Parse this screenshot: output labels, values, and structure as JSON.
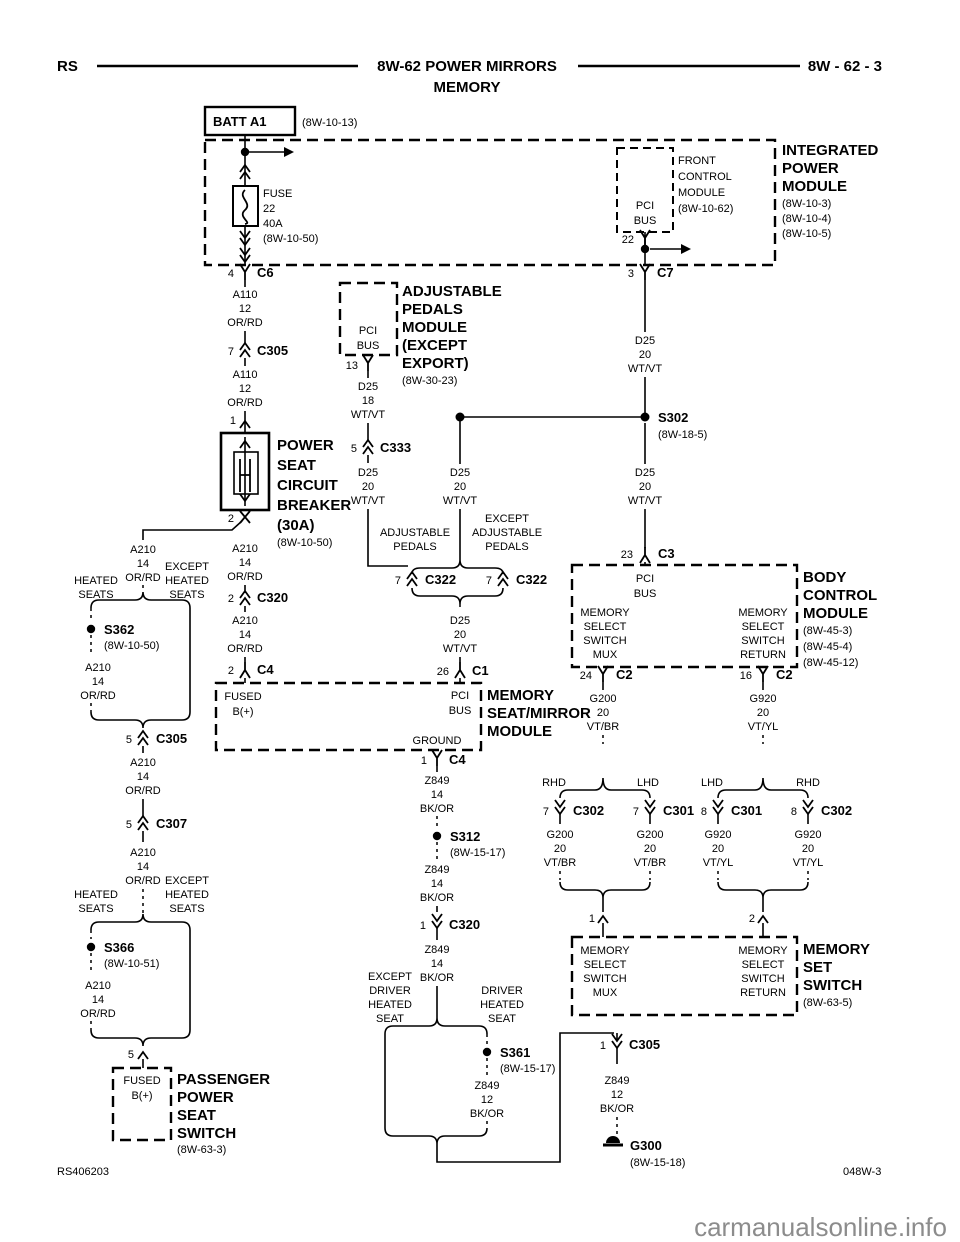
{
  "header": {
    "platform": "RS",
    "title": "8W-62 POWER MIRRORS",
    "subtitle": "MEMORY",
    "page": "8W - 62 - 3"
  },
  "footer": {
    "doc": "RS406203",
    "sheet": "048W-3",
    "watermark": "carmanualsonline.info"
  },
  "battery": {
    "label": "BATT A1",
    "ref": "(8W-10-13)"
  },
  "ipm": {
    "title": [
      "INTEGRATED",
      "POWER",
      "MODULE"
    ],
    "refs": [
      "(8W-10-3)",
      "(8W-10-4)",
      "(8W-10-5)"
    ]
  },
  "fcm": {
    "title": [
      "FRONT",
      "CONTROL",
      "MODULE"
    ],
    "ref": "(8W-10-62)",
    "bus": [
      "PCI",
      "BUS"
    ],
    "pin": "22"
  },
  "fuse": {
    "name": "FUSE",
    "num": "22",
    "amps": "40A",
    "ref": "(8W-10-50)"
  },
  "breaker": {
    "title": [
      "POWER",
      "SEAT",
      "CIRCUIT",
      "BREAKER",
      "(30A)"
    ],
    "ref": "(8W-10-50)",
    "pin_in": "1",
    "pin_out": "2"
  },
  "apm": {
    "title": [
      "ADJUSTABLE",
      "PEDALS",
      "MODULE",
      "(EXCEPT",
      "EXPORT)"
    ],
    "ref": "(8W-30-23)",
    "bus": [
      "PCI",
      "BUS"
    ],
    "pin": "13"
  },
  "msmm": {
    "title": [
      "MEMORY",
      "SEAT/MIRROR",
      "MODULE"
    ],
    "fused": [
      "FUSED",
      "B(+)"
    ],
    "bus": [
      "PCI",
      "BUS"
    ],
    "ground": "GROUND"
  },
  "bcm": {
    "title": [
      "BODY",
      "CONTROL",
      "MODULE"
    ],
    "refs": [
      "(8W-45-3)",
      "(8W-45-4)",
      "(8W-45-12)"
    ],
    "bus": [
      "PCI",
      "BUS"
    ],
    "mux": [
      "MEMORY",
      "SELECT",
      "SWITCH",
      "MUX"
    ],
    "ret": [
      "MEMORY",
      "SELECT",
      "SWITCH",
      "RETURN"
    ]
  },
  "mss": {
    "title": [
      "MEMORY",
      "SET",
      "SWITCH"
    ],
    "ref": "(8W-63-5)",
    "mux": [
      "MEMORY",
      "SELECT",
      "SWITCH",
      "MUX"
    ],
    "ret": [
      "MEMORY",
      "SELECT",
      "SWITCH",
      "RETURN"
    ],
    "pin_mux": "1",
    "pin_ret": "2"
  },
  "ppss": {
    "title": [
      "PASSENGER",
      "POWER",
      "SEAT",
      "SWITCH"
    ],
    "ref": "(8W-63-3)",
    "fused": [
      "FUSED",
      "B(+)"
    ],
    "pin": "5"
  },
  "wires": {
    "a110": [
      "A110",
      "12",
      "OR/RD"
    ],
    "a210": [
      "A210",
      "14",
      "OR/RD"
    ],
    "d25_18": [
      "D25",
      "18",
      "WT/VT"
    ],
    "d25_20": [
      "D25",
      "20",
      "WT/VT"
    ],
    "z849_14": [
      "Z849",
      "14",
      "BK/OR"
    ],
    "z849_12": [
      "Z849",
      "12",
      "BK/OR"
    ],
    "g200": [
      "G200",
      "20",
      "VT/BR"
    ],
    "g920": [
      "G920",
      "20",
      "VT/YL"
    ]
  },
  "connectors": {
    "c6": {
      "pin": "4",
      "name": "C6"
    },
    "c305_a": {
      "pin": "7",
      "name": "C305"
    },
    "c320_a": {
      "pin": "2",
      "name": "C320"
    },
    "c4_a": {
      "pin": "2",
      "name": "C4"
    },
    "c1": {
      "pin": "26",
      "name": "C1"
    },
    "c4_b": {
      "pin": "1",
      "name": "C4"
    },
    "c305_b": {
      "pin": "5",
      "name": "C305"
    },
    "c307": {
      "pin": "5",
      "name": "C307"
    },
    "c333": {
      "pin": "5",
      "name": "C333"
    },
    "c322_l": {
      "pin": "7",
      "name": "C322"
    },
    "c322_r": {
      "pin": "7",
      "name": "C322"
    },
    "c7": {
      "pin": "3",
      "name": "C7"
    },
    "c3": {
      "pin": "23",
      "name": "C3"
    },
    "c2_l": {
      "pin": "24",
      "name": "C2"
    },
    "c2_r": {
      "pin": "16",
      "name": "C2"
    },
    "c302_l": {
      "pin": "7",
      "name": "C302"
    },
    "c301_l": {
      "pin": "7",
      "name": "C301"
    },
    "c301_r": {
      "pin": "8",
      "name": "C301"
    },
    "c302_r": {
      "pin": "8",
      "name": "C302"
    },
    "c320_b": {
      "pin": "1",
      "name": "C320"
    },
    "c305_c": {
      "pin": "1",
      "name": "C305"
    }
  },
  "splices": {
    "s302": {
      "name": "S302",
      "ref": "(8W-18-5)"
    },
    "s362": {
      "name": "S362",
      "ref": "(8W-10-50)"
    },
    "s366": {
      "name": "S366",
      "ref": "(8W-10-51)"
    },
    "s312": {
      "name": "S312",
      "ref": "(8W-15-17)"
    },
    "s361": {
      "name": "S361",
      "ref": "(8W-15-17)"
    }
  },
  "grounds": {
    "g300": {
      "name": "G300",
      "ref": "(8W-15-18)"
    }
  },
  "branches": {
    "heated": [
      "HEATED",
      "SEATS"
    ],
    "except_heated": [
      "EXCEPT",
      "HEATED",
      "SEATS"
    ],
    "adj": [
      "ADJUSTABLE",
      "PEDALS"
    ],
    "except_adj": [
      "EXCEPT",
      "ADJUSTABLE",
      "PEDALS"
    ],
    "driver_heated": [
      "DRIVER",
      "HEATED",
      "SEAT"
    ],
    "except_driver": [
      "EXCEPT",
      "DRIVER",
      "HEATED",
      "SEAT"
    ],
    "rhd": "RHD",
    "lhd": "LHD"
  }
}
